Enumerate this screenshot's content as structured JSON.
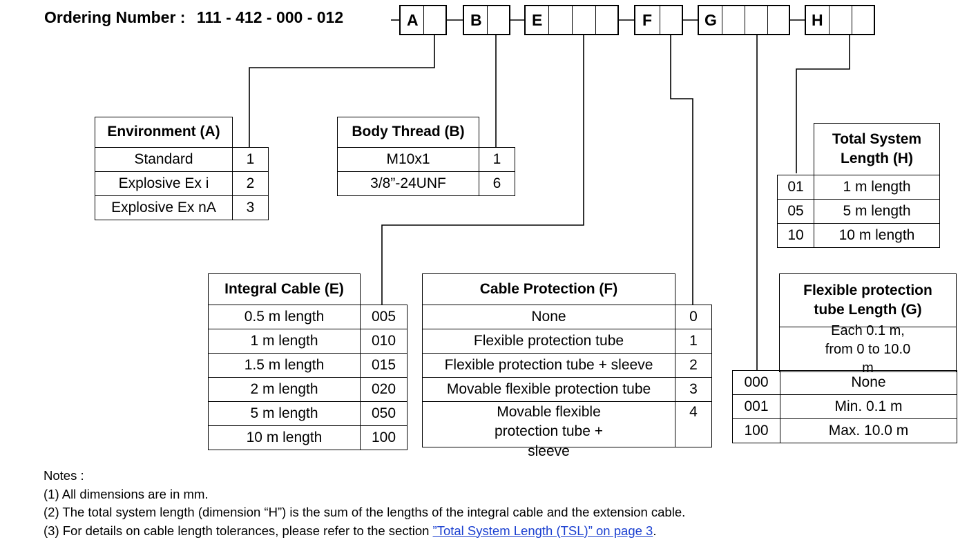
{
  "ordering": {
    "label": "Ordering Number :",
    "base": "111 - 412 - 000 - 012",
    "codes": [
      "A",
      "B",
      "E",
      "F",
      "G",
      "H"
    ]
  },
  "environment": {
    "header": "Environment (A)",
    "rows": [
      {
        "label": "Standard",
        "code": "1"
      },
      {
        "label": "Explosive Ex i",
        "code": "2"
      },
      {
        "label": "Explosive Ex nA",
        "code": "3"
      }
    ]
  },
  "body_thread": {
    "header": "Body Thread (B)",
    "rows": [
      {
        "label": "M10x1",
        "code": "1"
      },
      {
        "label": "3/8”-24UNF",
        "code": "6"
      }
    ]
  },
  "total_system_length": {
    "header": "Total System Length (H)",
    "rows": [
      {
        "code": "01",
        "label": "1 m length"
      },
      {
        "code": "05",
        "label": "5 m length"
      },
      {
        "code": "10",
        "label": "10 m length"
      }
    ]
  },
  "integral_cable": {
    "header": "Integral Cable (E)",
    "rows": [
      {
        "label": "0.5 m length",
        "code": "005"
      },
      {
        "label": "1 m length",
        "code": "010"
      },
      {
        "label": "1.5 m length",
        "code": "015"
      },
      {
        "label": "2 m length",
        "code": "020"
      },
      {
        "label": "5 m length",
        "code": "050"
      },
      {
        "label": "10 m length",
        "code": "100"
      }
    ]
  },
  "cable_protection": {
    "header": "Cable Protection (F)",
    "rows": [
      {
        "label": "None",
        "code": "0"
      },
      {
        "label": "Flexible protection tube",
        "code": "1"
      },
      {
        "label": "Flexible protection tube + sleeve",
        "code": "2"
      },
      {
        "label": "Movable flexible protection tube",
        "code": "3"
      },
      {
        "label": "Movable flexible protection tube + sleeve",
        "code": "4"
      }
    ]
  },
  "flex_tube_length": {
    "header": "Flexible protection tube Length (G)",
    "description": "Each 0.1 m, from 0 to 10.0 m",
    "rows": [
      {
        "code": "000",
        "label": "None"
      },
      {
        "code": "001",
        "label": "Min. 0.1 m"
      },
      {
        "code": "100",
        "label": "Max. 10.0 m"
      }
    ]
  },
  "notes": {
    "heading": "Notes :",
    "n1": "(1) All dimensions are in mm.",
    "n2": "(2) The total system length (dimension “H”) is the sum of the lengths of the integral cable and the extension cable.",
    "n3_prefix": "(3) For details on cable length tolerances, please refer to the section ",
    "n3_link": "”Total System Length (TSL)” on page 3",
    "n3_suffix": "."
  }
}
